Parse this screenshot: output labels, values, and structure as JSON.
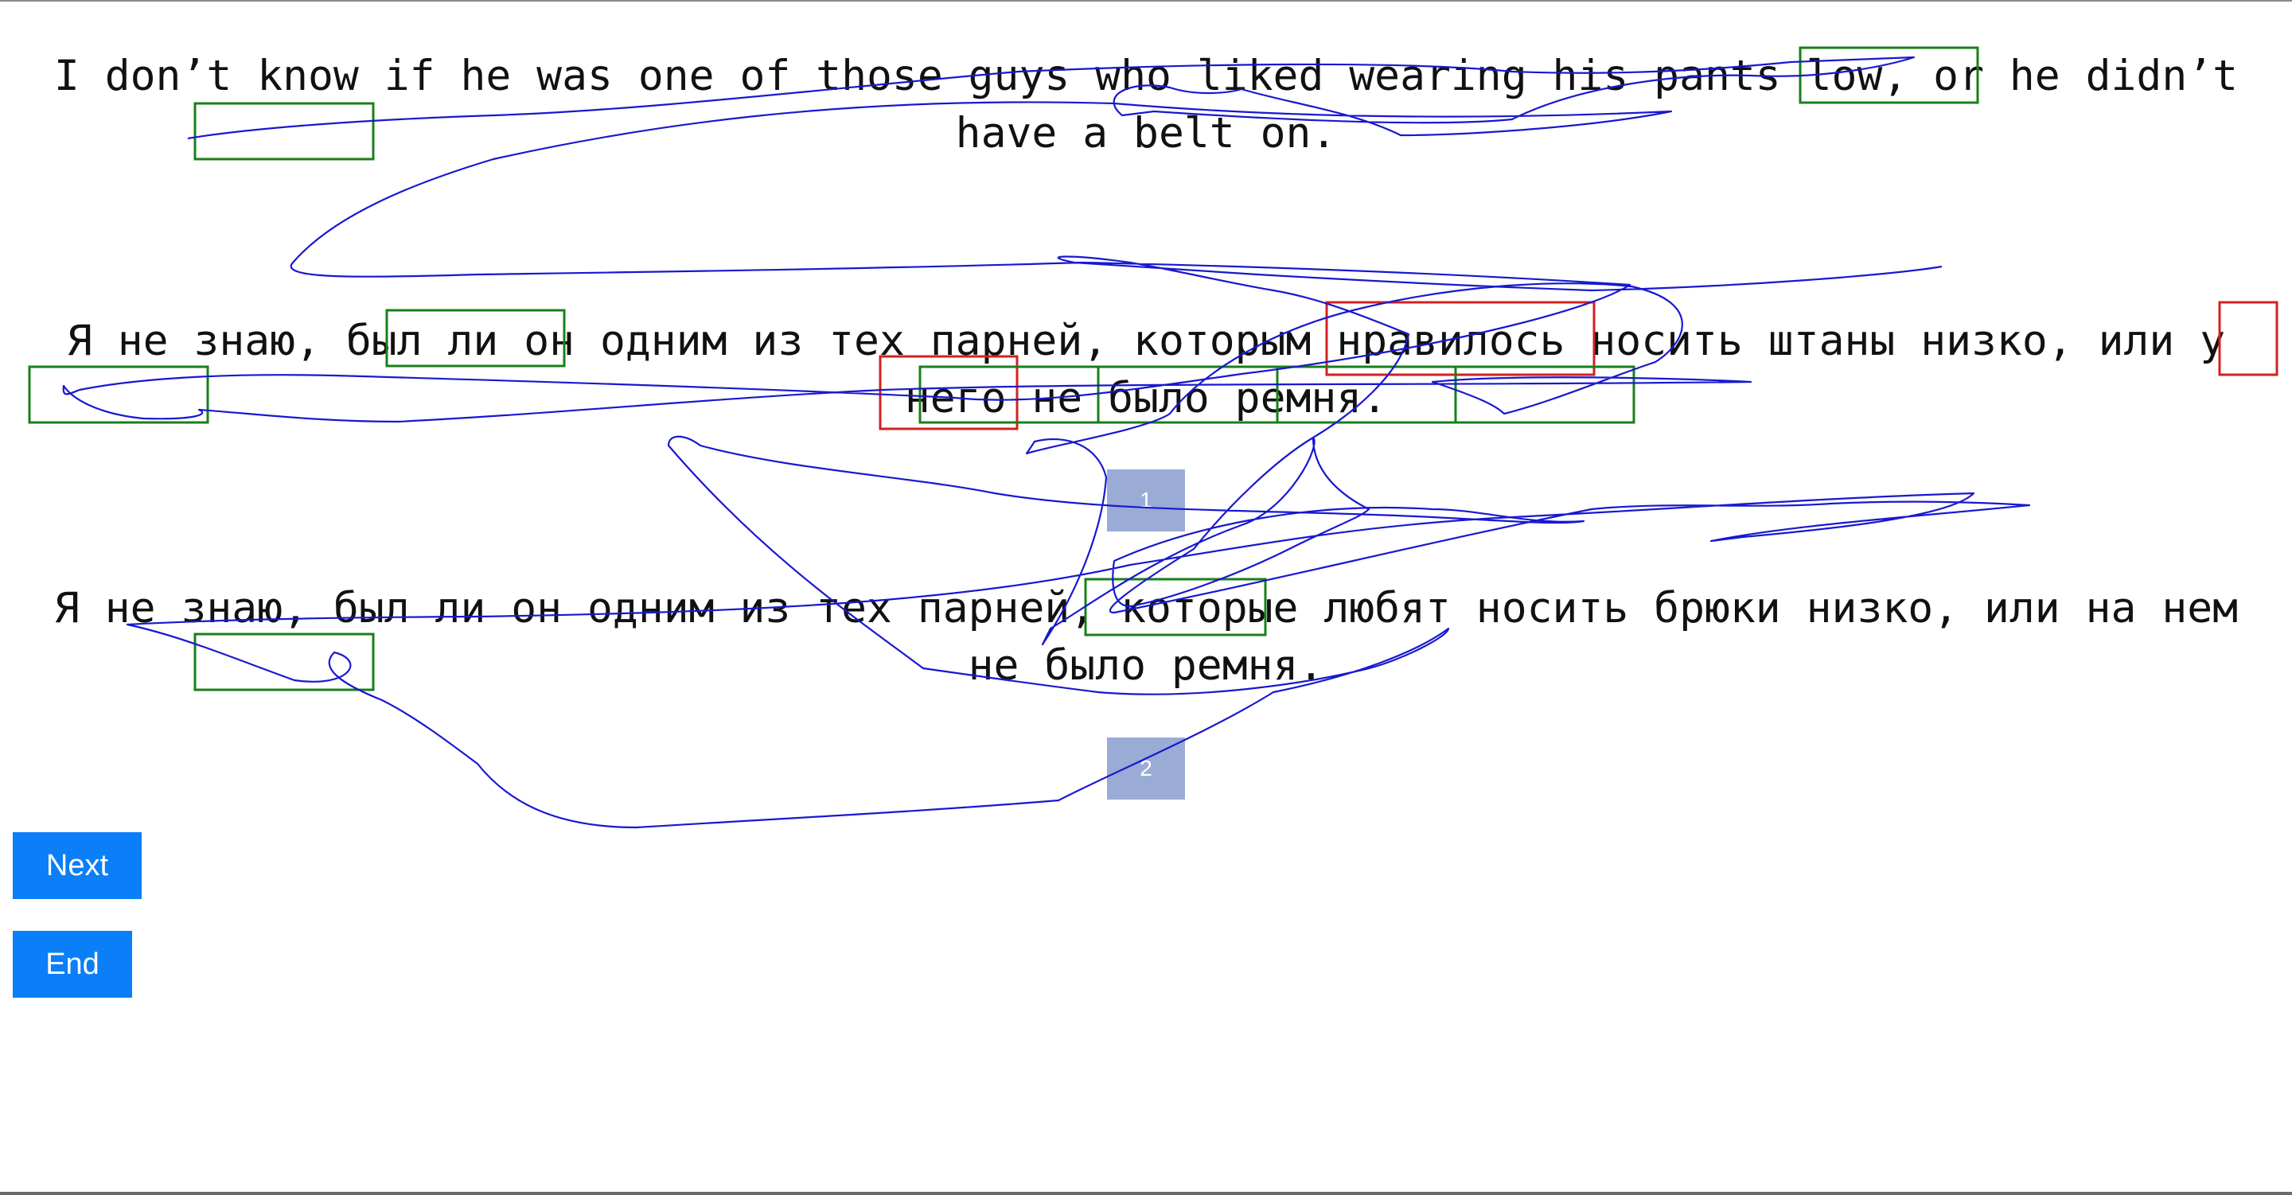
{
  "source_sentence": {
    "line1": "I don’t know if he was one of those guys who liked wearing his pants low, or he didn’t",
    "line2": "have a belt on."
  },
  "reference_translation": {
    "line1": "Я не знаю, был ли он одним из тех парней, которым нравилось носить штаны низко, или у",
    "line2": "него не было ремня."
  },
  "hypothesis_translation": {
    "line1": "Я не знаю, был ли он одним из тех парней, которые любят носить брюки низко, или на нем",
    "line2": "не было ремня."
  },
  "badges": [
    "1",
    "2"
  ],
  "buttons": {
    "next_label": "Next",
    "end_label": "End"
  },
  "colors": {
    "match_box": "#1a7f1a",
    "mismatch_box": "#d42020",
    "gaze_trace": "#1818d0",
    "badge": "#9aabd6",
    "button": "#0b7ff7"
  }
}
